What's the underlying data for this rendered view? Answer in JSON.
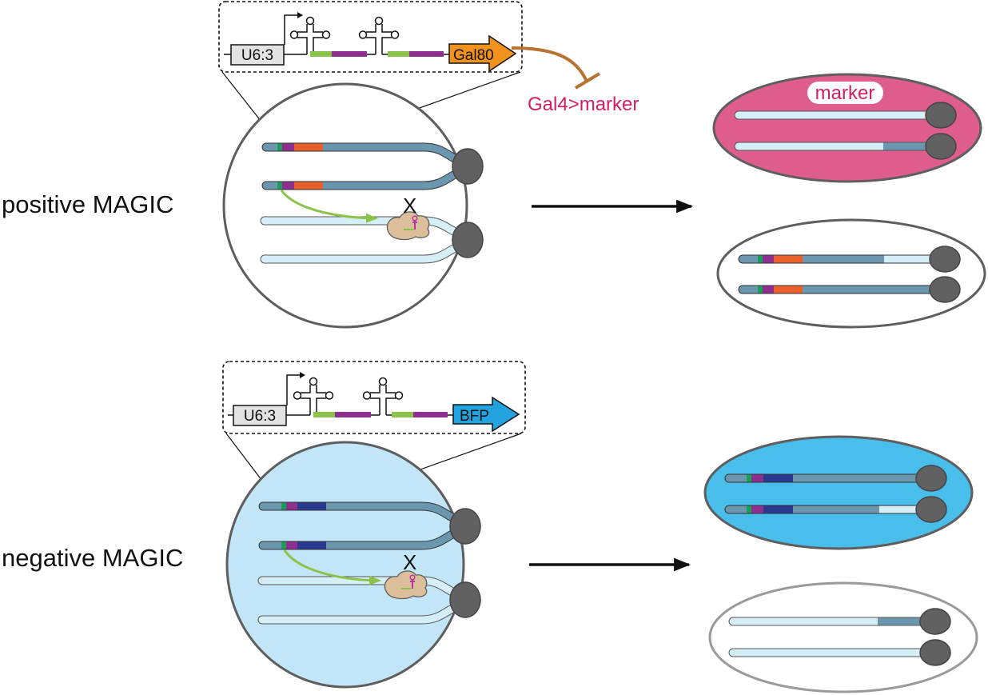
{
  "rows": [
    {
      "id": "positive",
      "row_label": "positive MAGIC",
      "promoter": "U6:3",
      "payload": "Gal80",
      "payload_color": "#F0921C",
      "insert_color": "#E8602C",
      "cell_fill": "#FFFFFF",
      "repression_label": "Gal4>marker",
      "marker_label": "marker",
      "daughter_top_fill": "#DF5D8C",
      "daughter_bottom_fill": "#FFFFFF"
    },
    {
      "id": "negative",
      "row_label": "negative MAGIC",
      "promoter": "U6:3",
      "payload": "BFP",
      "payload_color": "#22A3E0",
      "insert_color": "#2A3990",
      "cell_fill": "#C2E6F7",
      "daughter_top_fill": "#49BEEB",
      "daughter_bottom_fill": "#FFFFFF"
    }
  ],
  "cut_symbol": "X",
  "colors": {
    "chromosome_dark": "#6A97AE",
    "chromosome_light": "#D6EEF7",
    "centromere": "#616161",
    "grna_green": "#8BC34A",
    "grna_purple": "#8E2E8E",
    "green_marker": "#1B9E5A",
    "repression": "#B87333",
    "marker_text": "#D21E65",
    "cas9_body": "#DDBE9A"
  }
}
